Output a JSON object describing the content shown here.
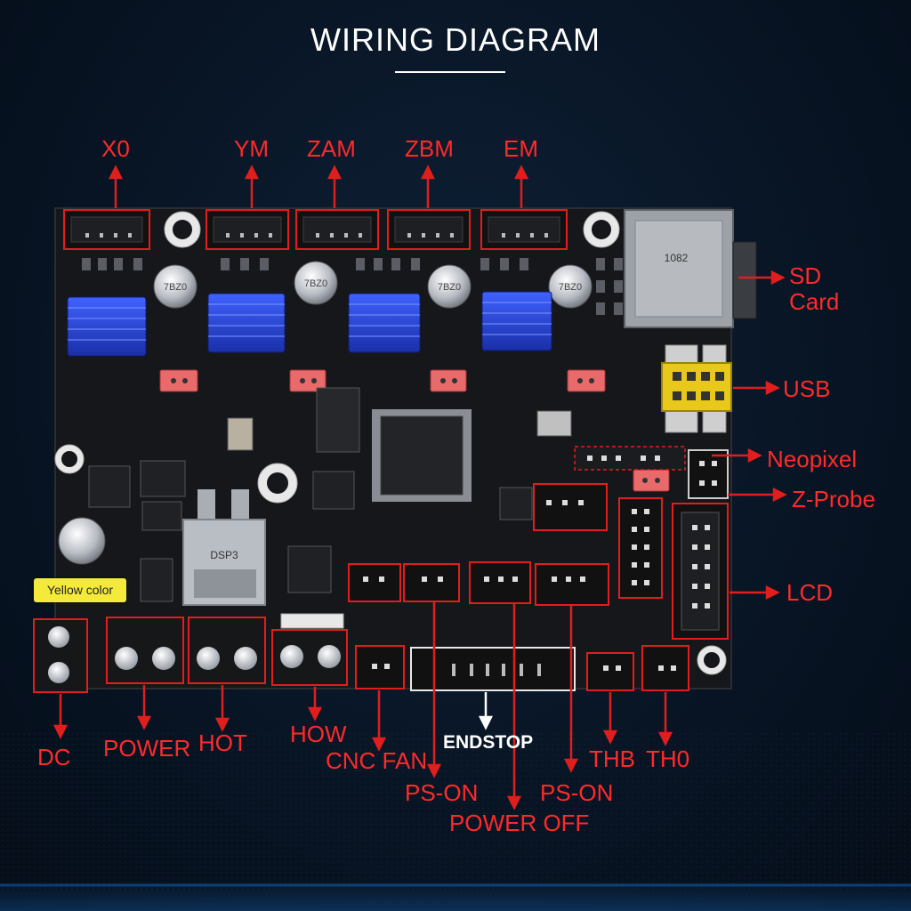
{
  "title": "WIRING DIAGRAM",
  "labels": {
    "x0": "X0",
    "ym": "YM",
    "zam": "ZAM",
    "zbm": "ZBM",
    "em": "EM",
    "sd_card_line1": "SD",
    "sd_card_line2": "Card",
    "usb": "USB",
    "neopixel": "Neopixel",
    "z_probe": "Z-Probe",
    "lcd": "LCD",
    "dc": "DC",
    "power": "POWER",
    "hot": "HOT",
    "how": "HOW",
    "cnc_fan": "CNC FAN",
    "endstop": "ENDSTOP",
    "ps_on_left": "PS-ON",
    "power_off": "POWER OFF",
    "ps_on_right": "PS-ON",
    "thb": "THB",
    "th0": "TH0",
    "yellow_color": "Yellow color"
  },
  "chip_marks": {
    "cap": "7BZ0",
    "regulator": "DSP3",
    "sd_slot": "1082"
  },
  "colors": {
    "callout": "#ff2a2a",
    "board": "#15171a",
    "heatsink": "#1f3fd0",
    "yellow_tag": "#f4ea3c"
  }
}
